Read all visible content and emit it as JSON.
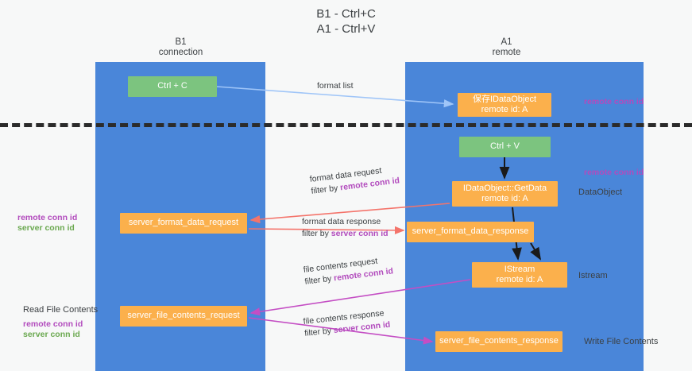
{
  "title": {
    "line1": "B1 - Ctrl+C",
    "line2": "A1 - Ctrl+V"
  },
  "lanes": [
    {
      "id": "b1",
      "name": "B1",
      "subtitle": "connection"
    },
    {
      "id": "a1",
      "name": "A1",
      "subtitle": "remote"
    }
  ],
  "nodes": {
    "ctrl_c": {
      "line1": "Ctrl + C",
      "line2": "",
      "color": "#7cc47f"
    },
    "save_idataobject": {
      "line1": "保存IDataObject",
      "line2": "remote id: A",
      "color": "#fbb04c"
    },
    "ctrl_v": {
      "line1": "Ctrl + V",
      "line2": "",
      "color": "#7cc47f"
    },
    "getdata": {
      "line1": "IDataObject::GetData",
      "line2": "remote id: A",
      "color": "#fbb04c"
    },
    "server_format_data_request": {
      "line1": "server_format_data_request",
      "line2": "",
      "color": "#fbb04c"
    },
    "server_format_data_response": {
      "line1": "server_format_data_response",
      "line2": "",
      "color": "#fbb04c"
    },
    "istream": {
      "line1": "IStream",
      "line2": "remote id: A",
      "color": "#fbb04c"
    },
    "server_file_contents_request": {
      "line1": "server_file_contents_request",
      "line2": "",
      "color": "#fbb04c"
    },
    "server_file_contents_response": {
      "line1": "server_file_contents_response",
      "line2": "",
      "color": "#fbb04c"
    }
  },
  "edge_labels": {
    "format_list": "format list",
    "format_data_request": "format data request",
    "format_data_request_filter_prefix": "filter by ",
    "format_data_request_filter_key": "remote conn id",
    "format_data_response": "format data response",
    "format_data_response_filter_prefix": "filter by ",
    "format_data_response_filter_key": "server conn id",
    "file_contents_request": "file contents request",
    "file_contents_request_filter_prefix": "filter by ",
    "file_contents_request_filter_key": "remote conn id",
    "file_contents_response": "file contents response",
    "file_contents_response_filter_prefix": "filter by ",
    "file_contents_response_filter_key": "server conn id"
  },
  "annotations": {
    "remote_conn_id_top": "remote conn id",
    "remote_conn_id_mid": "remote conn id",
    "dataobject": "DataObject",
    "istream": "Istream",
    "write_file_contents": "Write File Contents",
    "read_file_contents": "Read File Contents",
    "left_remote_conn_id_1": "remote conn id",
    "left_server_conn_id_1": "server conn id",
    "left_remote_conn_id_2": "remote conn id",
    "left_server_conn_id_2": "server conn id"
  },
  "colors": {
    "lane": "#4a86d9",
    "green_node": "#7cc47f",
    "orange_node": "#fbb04c",
    "purple_text": "#b24bbd",
    "green_text": "#6aa84f",
    "arrow_blue": "#9fc5f8",
    "arrow_red": "#f4746b",
    "arrow_magenta": "#c44ec4",
    "arrow_black": "#1a1a1a",
    "background": "#f7f8f8",
    "divider": "#2b2b2b"
  }
}
